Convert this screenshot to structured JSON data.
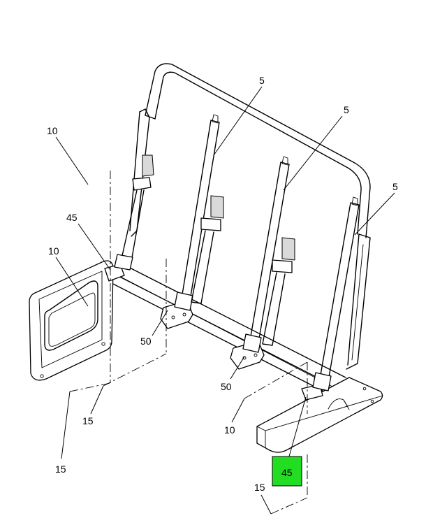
{
  "callouts": {
    "c5a": "5",
    "c5b": "5",
    "c5c": "5",
    "c10a": "10",
    "c10b": "10",
    "c10c": "10",
    "c45a": "45",
    "c45b": "45",
    "c50a": "50",
    "c50b": "50",
    "c15a": "15",
    "c15b": "15",
    "c15c": "15"
  },
  "highlight_color": "#22dd22"
}
